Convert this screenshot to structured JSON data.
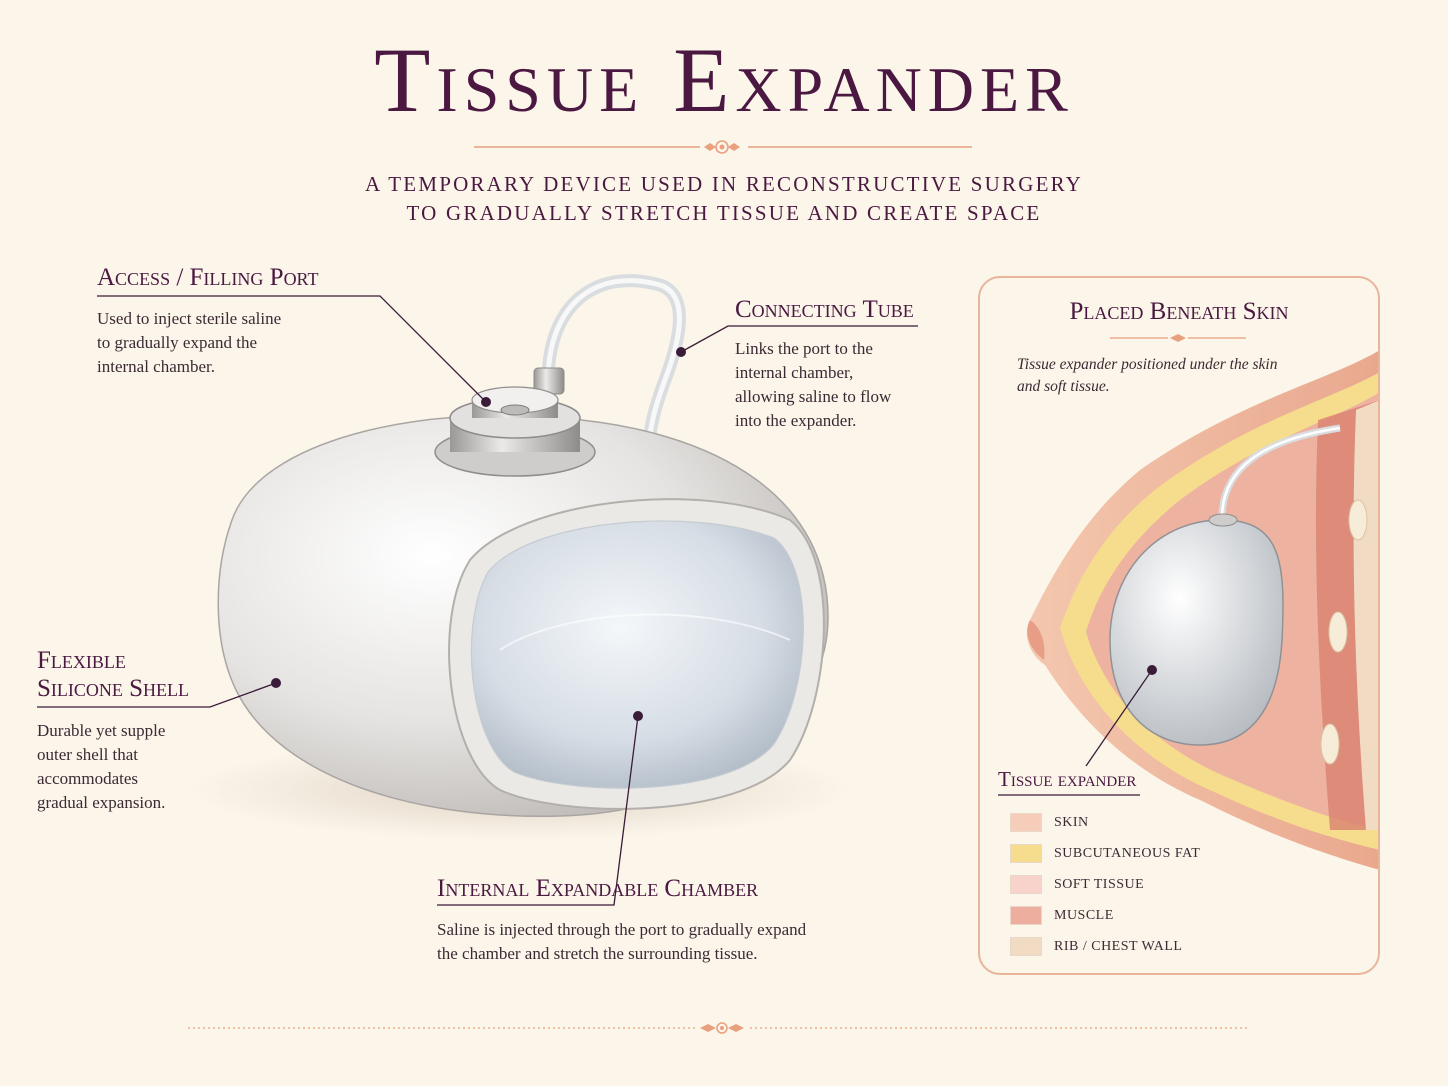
{
  "header": {
    "title": "Tissue Expander",
    "subtitle_line1": "A TEMPORARY DEVICE USED IN RECONSTRUCTIVE SURGERY",
    "subtitle_line2": "TO GRADUALLY STRETCH TISSUE AND CREATE SPACE"
  },
  "callouts": {
    "port": {
      "label": "Access / Filling Port",
      "desc": [
        "Used to inject sterile saline",
        "to gradually expand the",
        "internal chamber."
      ]
    },
    "tube": {
      "label": "Connecting Tube",
      "desc": [
        "Links the port to the",
        "internal chamber,",
        "allowing saline to flow",
        "into the expander."
      ]
    },
    "shell": {
      "label_line1": "Flexible",
      "label_line2": "Silicone Shell",
      "desc": [
        "Durable yet supple",
        "outer shell that",
        "accommodates",
        "gradual expansion."
      ]
    },
    "chamber": {
      "label": "Internal Expandable Chamber",
      "desc": [
        "Saline is injected through the port to gradually expand",
        "the chamber and stretch the surrounding tissue."
      ]
    }
  },
  "panel": {
    "title": "Placed Beneath Skin",
    "caption": [
      "Tissue expander positioned under the skin",
      "and soft tissue."
    ],
    "expander_label": "Tissue expander",
    "legend": [
      {
        "label": "SKIN",
        "color": "#f6cdb8"
      },
      {
        "label": "SUBCUTANEOUS FAT",
        "color": "#f6dd8e"
      },
      {
        "label": "SOFT TISSUE",
        "color": "#f7d3cc"
      },
      {
        "label": "MUSCLE",
        "color": "#eeae9f"
      },
      {
        "label": "RIB / CHEST WALL",
        "color": "#f1dcc3"
      }
    ]
  },
  "colors": {
    "background": "#fbf5ea",
    "title": "#4a1840",
    "accent": "#e8a07e",
    "leader": "#3a1b38"
  }
}
